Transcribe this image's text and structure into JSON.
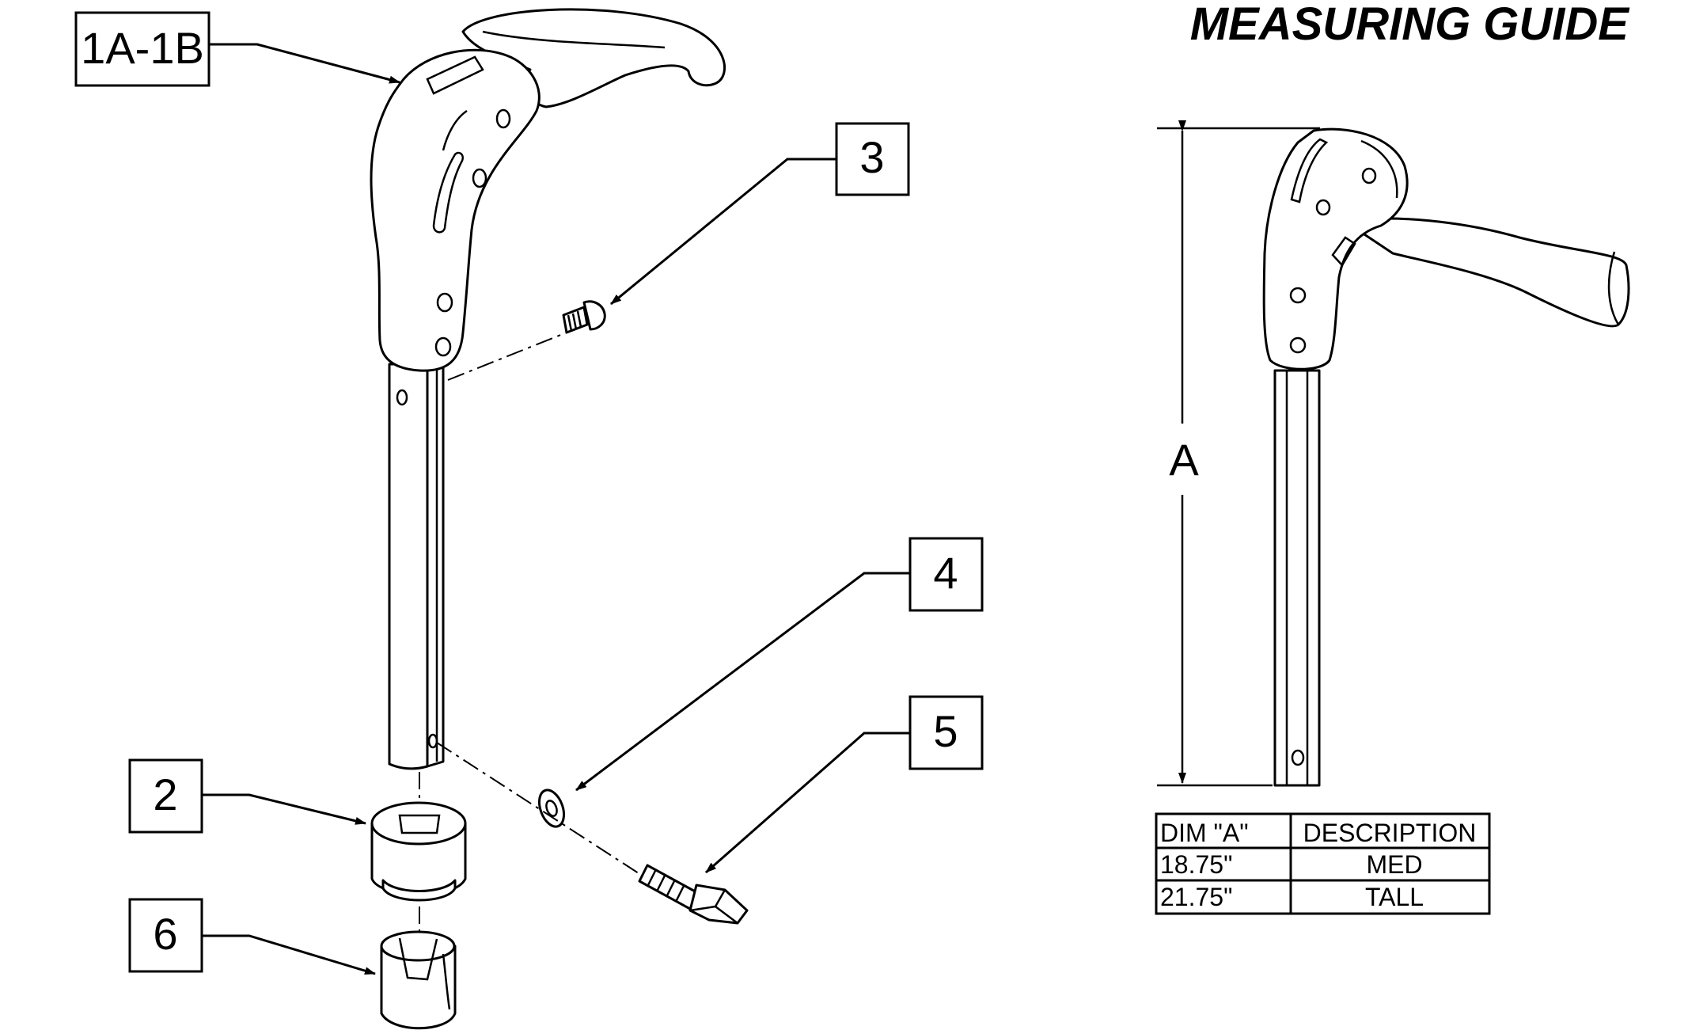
{
  "title": "MEASURING GUIDE",
  "callouts": {
    "c1": "1A-1B",
    "c2": "2",
    "c3": "3",
    "c4": "4",
    "c5": "5",
    "c6": "6"
  },
  "dimension_label": "A",
  "table": {
    "headers": [
      "DIM \"A\"",
      "DESCRIPTION"
    ],
    "rows": [
      [
        "18.75\"",
        "MED"
      ],
      [
        "21.75\"",
        "TALL"
      ]
    ]
  }
}
